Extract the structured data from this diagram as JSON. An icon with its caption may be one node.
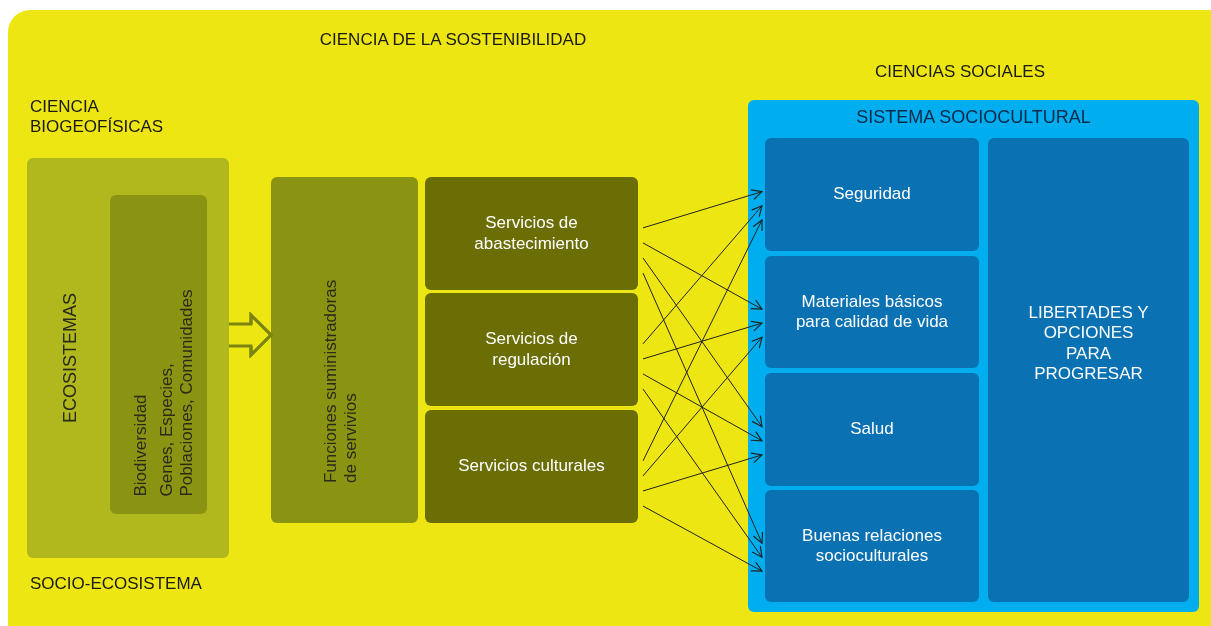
{
  "diagram": {
    "nodes": [
      {
        "text": [
          "CIENCIA DE LA SOSTENIBILIDAD"
        ]
      },
      {
        "text": [
          "ECOSISTEMAS"
        ],
        "in": 0
      },
      {
        "text": [
          "Biodiversidad",
          "Genes, Especies, Poblaciones, Comunidades"
        ],
        "in": 1
      },
      {
        "text": [
          "Funciones suministradoras de servivios"
        ],
        "in": 0
      },
      {
        "text": [
          "Servicios de abastecimiento"
        ],
        "in": 0
      },
      {
        "text": [
          "Servicios de regulación"
        ],
        "in": 0
      },
      {
        "text": [
          "Servicios culturales"
        ],
        "in": 0
      },
      {
        "text": [
          "SISTEMA SOCIOCULTURAL"
        ],
        "in": 0
      },
      {
        "text": [
          "Seguridad"
        ],
        "in": 7
      },
      {
        "text": [
          "Materiales básicos para calidad de vida"
        ],
        "in": 7
      },
      {
        "text": [
          "Salud"
        ],
        "in": 7
      },
      {
        "text": [
          "Buenas relaciones socioculturales"
        ],
        "in": 7
      },
      {
        "text": [
          "LIBERTADES Y OPCIONES PARA PROGRESAR"
        ],
        "in": 7
      }
    ],
    "edges": [
      {
        "from": 1,
        "to": 3,
        "arrow": "to",
        "style": "thick",
        "color": "#7c8410"
      },
      {
        "from": 4,
        "to": 8,
        "arrow": "to"
      },
      {
        "from": 4,
        "to": 9,
        "arrow": "to"
      },
      {
        "from": 4,
        "to": 10,
        "arrow": "to"
      },
      {
        "from": 4,
        "to": 11,
        "arrow": "to"
      },
      {
        "from": 5,
        "to": 8,
        "arrow": "to"
      },
      {
        "from": 5,
        "to": 9,
        "arrow": "to"
      },
      {
        "from": 5,
        "to": 10,
        "arrow": "to"
      },
      {
        "from": 5,
        "to": 11,
        "arrow": "to"
      },
      {
        "from": 6,
        "to": 8,
        "arrow": "to"
      },
      {
        "from": 6,
        "to": 9,
        "arrow": "to"
      },
      {
        "from": 6,
        "to": 10,
        "arrow": "to"
      },
      {
        "from": 6,
        "to": 11,
        "arrow": "to"
      }
    ],
    "labels": [
      "CIENCIAS SOCIALES",
      "CIENCIA BIOGEOFÍSICAS",
      "SOCIO-ECOSISTEMA"
    ]
  }
}
